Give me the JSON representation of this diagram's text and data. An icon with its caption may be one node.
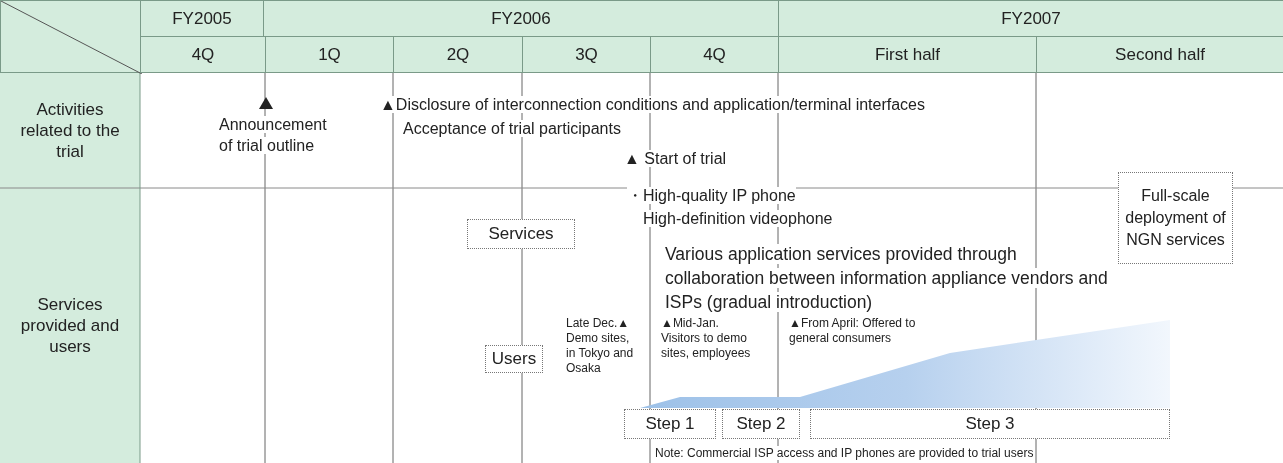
{
  "diagram": {
    "nodes": [
      {
        "text": [
          "Services"
        ]
      },
      {
        "text": [
          "Users"
        ]
      },
      {
        "text": [
          "Step 1"
        ]
      },
      {
        "text": [
          "Step 2"
        ]
      },
      {
        "text": [
          "Step 3"
        ]
      },
      {
        "text": [
          "Full-scale deployment of NGN services"
        ]
      }
    ],
    "edges": [],
    "labels": [
      "FY2005",
      "FY2006",
      "FY2007",
      "4Q",
      "1Q",
      "2Q",
      "3Q",
      "4Q",
      "First half",
      "Second half",
      "Activities related to the trial",
      "Announcement of trial outline",
      "▲Disclosure of interconnection conditions and application/terminal interfaces",
      "Acceptance of trial participants",
      "▲ Start of trial",
      "Services provided and users",
      "・High-quality IP phone",
      "High-definition videophone",
      "Various application services provided through collaboration between information appliance vendors and ISPs (gradual introduction)",
      "Late Dec.▲ Demo sites, in Tokyo and Osaka",
      "▲Mid-Jan. Visitors to demo sites, employees",
      "▲From April: Offered to general consumers",
      "Note: Commercial ISP access and IP phones are provided to trial users"
    ]
  }
}
